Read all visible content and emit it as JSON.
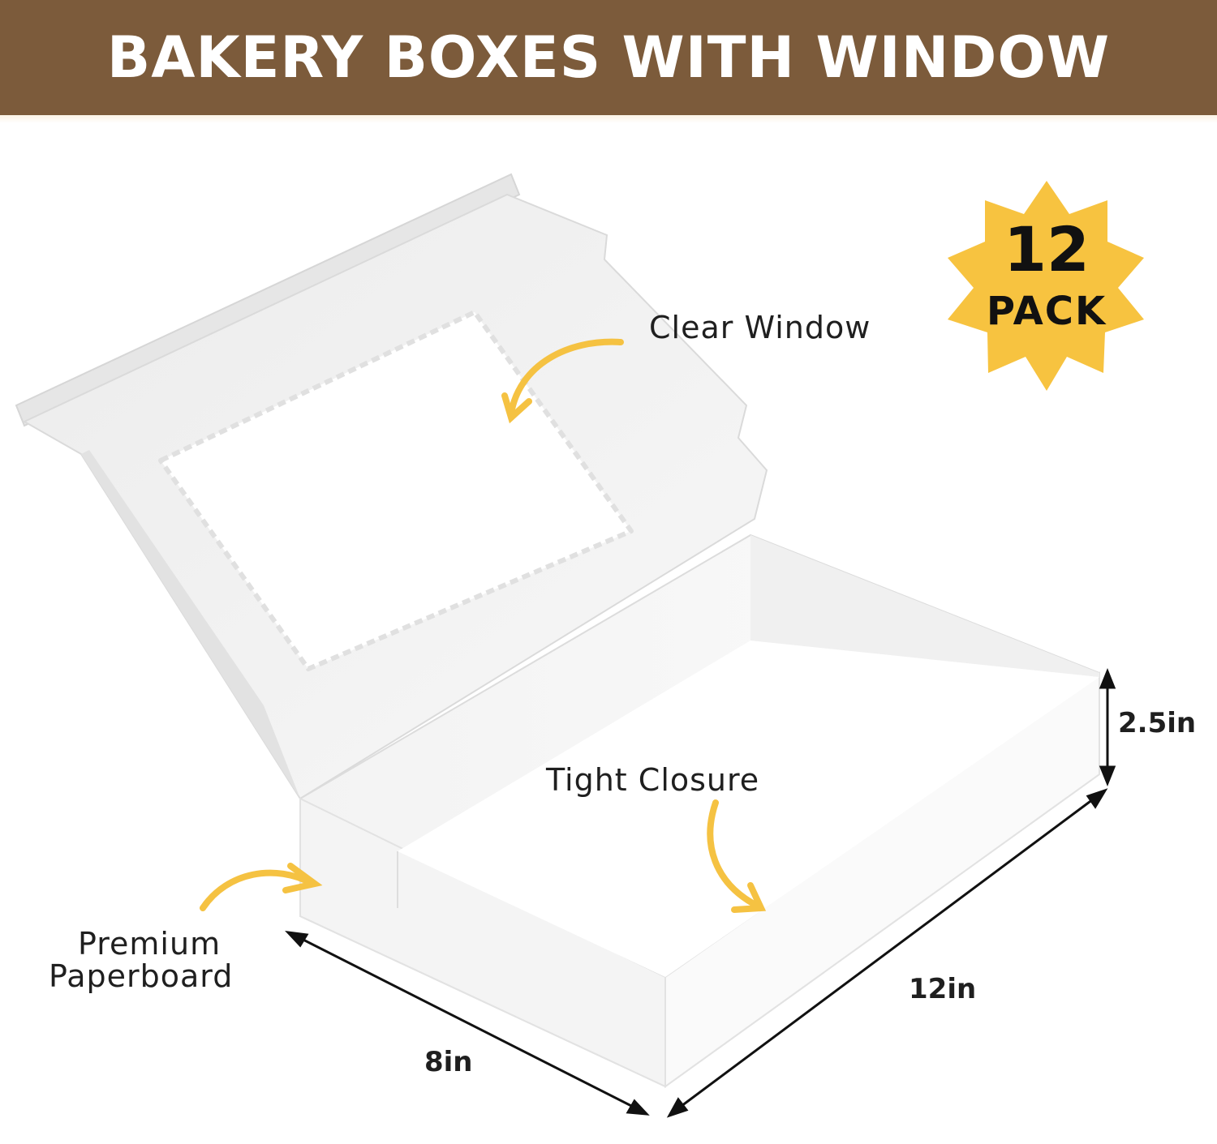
{
  "banner": {
    "title": "BAKERY BOXES WITH WINDOW"
  },
  "badge": {
    "count": "12",
    "unit": "PACK",
    "color": "#f7c340"
  },
  "callouts": {
    "clear_window": "Clear Window",
    "tight_closure": "Tight Closure",
    "premium_line1": "Premium",
    "premium_line2": "Paperboard"
  },
  "dimensions": {
    "width": "8in",
    "length": "12in",
    "height": "2.5in"
  },
  "colors": {
    "banner": "#7c5b3b",
    "arrow": "#f5c242",
    "box_shadow": "#dcdcdc"
  }
}
